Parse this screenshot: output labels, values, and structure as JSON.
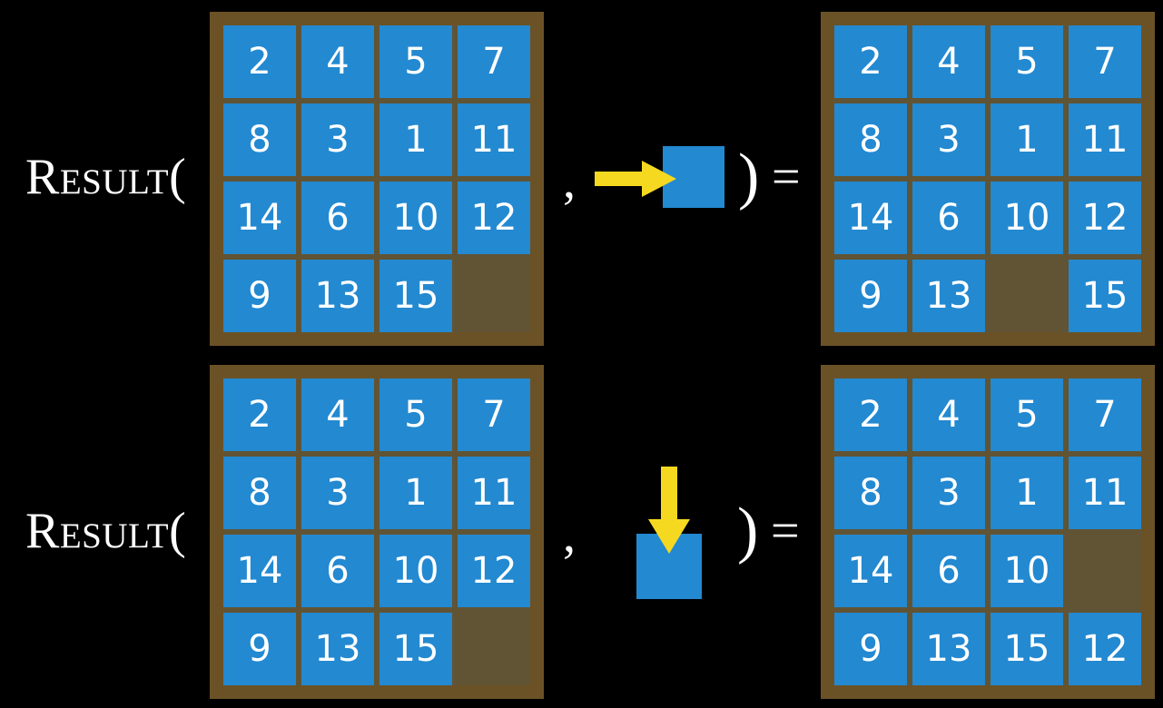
{
  "slide": {
    "background_color": "#000000",
    "tile_color": "#2389d1",
    "board_color": "#6b5226",
    "board_field_color": "#615434",
    "arrow_color": "#f5d920",
    "text_color": "#ffffff"
  },
  "labels": {
    "result": "Result(",
    "comma": ",",
    "paren_close": ")",
    "equals": "="
  },
  "rows": [
    {
      "label": "Result(",
      "input_board": {
        "rows": 4,
        "cols": 4,
        "cells": [
          [
            "2",
            "4",
            "5",
            "7"
          ],
          [
            "8",
            "3",
            "1",
            "11"
          ],
          [
            "14",
            "6",
            "10",
            "12"
          ],
          [
            "9",
            "13",
            "15",
            ""
          ]
        ],
        "blank_position": [
          3,
          3
        ]
      },
      "action": {
        "type": "slide-right",
        "arrow_direction": "right",
        "icon": "arrow-right-into-square",
        "arrow_color": "#f5d920",
        "square_color": "#2389d1"
      },
      "output_board": {
        "rows": 4,
        "cols": 4,
        "cells": [
          [
            "2",
            "4",
            "5",
            "7"
          ],
          [
            "8",
            "3",
            "1",
            "11"
          ],
          [
            "14",
            "6",
            "10",
            "12"
          ],
          [
            "9",
            "13",
            "",
            "15"
          ]
        ],
        "blank_position": [
          3,
          2
        ]
      }
    },
    {
      "label": "Result(",
      "input_board": {
        "rows": 4,
        "cols": 4,
        "cells": [
          [
            "2",
            "4",
            "5",
            "7"
          ],
          [
            "8",
            "3",
            "1",
            "11"
          ],
          [
            "14",
            "6",
            "10",
            "12"
          ],
          [
            "9",
            "13",
            "15",
            ""
          ]
        ],
        "blank_position": [
          3,
          3
        ]
      },
      "action": {
        "type": "slide-down",
        "arrow_direction": "down",
        "icon": "arrow-down-into-square",
        "arrow_color": "#f5d920",
        "square_color": "#2389d1"
      },
      "output_board": {
        "rows": 4,
        "cols": 4,
        "cells": [
          [
            "2",
            "4",
            "5",
            "7"
          ],
          [
            "8",
            "3",
            "1",
            "11"
          ],
          [
            "14",
            "6",
            "10",
            ""
          ],
          [
            "9",
            "13",
            "15",
            "12"
          ]
        ],
        "blank_position": [
          2,
          3
        ]
      }
    }
  ]
}
